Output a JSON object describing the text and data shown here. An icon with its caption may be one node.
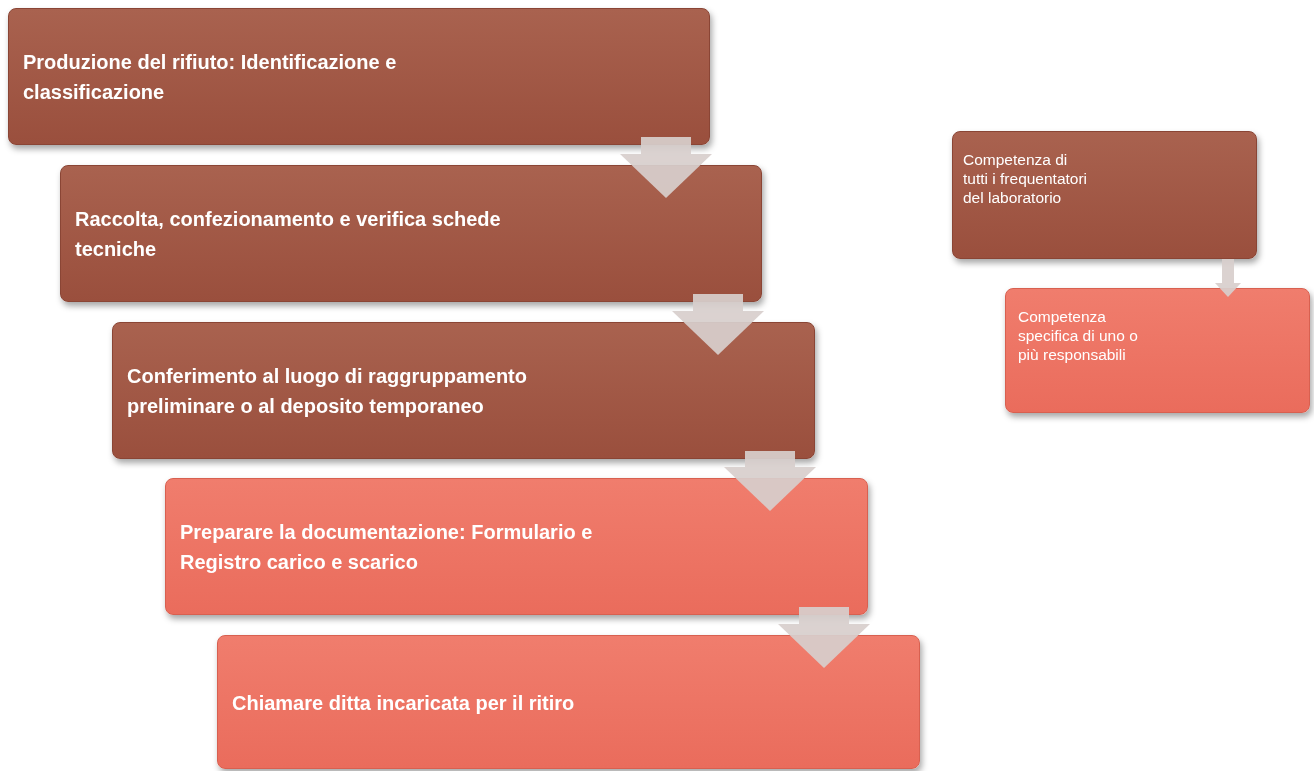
{
  "diagram": {
    "nodes": [
      {
        "text": [
          "Produzione del rifiuto: Identificazione e classificazione"
        ]
      },
      {
        "text": [
          "Raccolta, confezionamento  e verifica schede tecniche"
        ]
      },
      {
        "text": [
          "Conferimento al luogo di raggruppamento preliminare o al deposito temporaneo"
        ]
      },
      {
        "text": [
          "Preparare la documentazione: Formulario e Registro carico e scarico"
        ]
      },
      {
        "text": [
          "Chiamare ditta incaricata per il ritiro"
        ]
      },
      {
        "text": [
          "Competenza di tutti i frequentatori del laboratorio"
        ]
      },
      {
        "text": [
          "Competenza specifica  di uno o più responsabili"
        ]
      }
    ],
    "edges": [
      {
        "from": 0,
        "to": 1,
        "arrow": "to"
      },
      {
        "from": 1,
        "to": 2,
        "arrow": "to"
      },
      {
        "from": 2,
        "to": 3,
        "arrow": "to"
      },
      {
        "from": 3,
        "to": 4,
        "arrow": "to"
      },
      {
        "from": 5,
        "to": 6,
        "arrow": "to"
      }
    ]
  }
}
